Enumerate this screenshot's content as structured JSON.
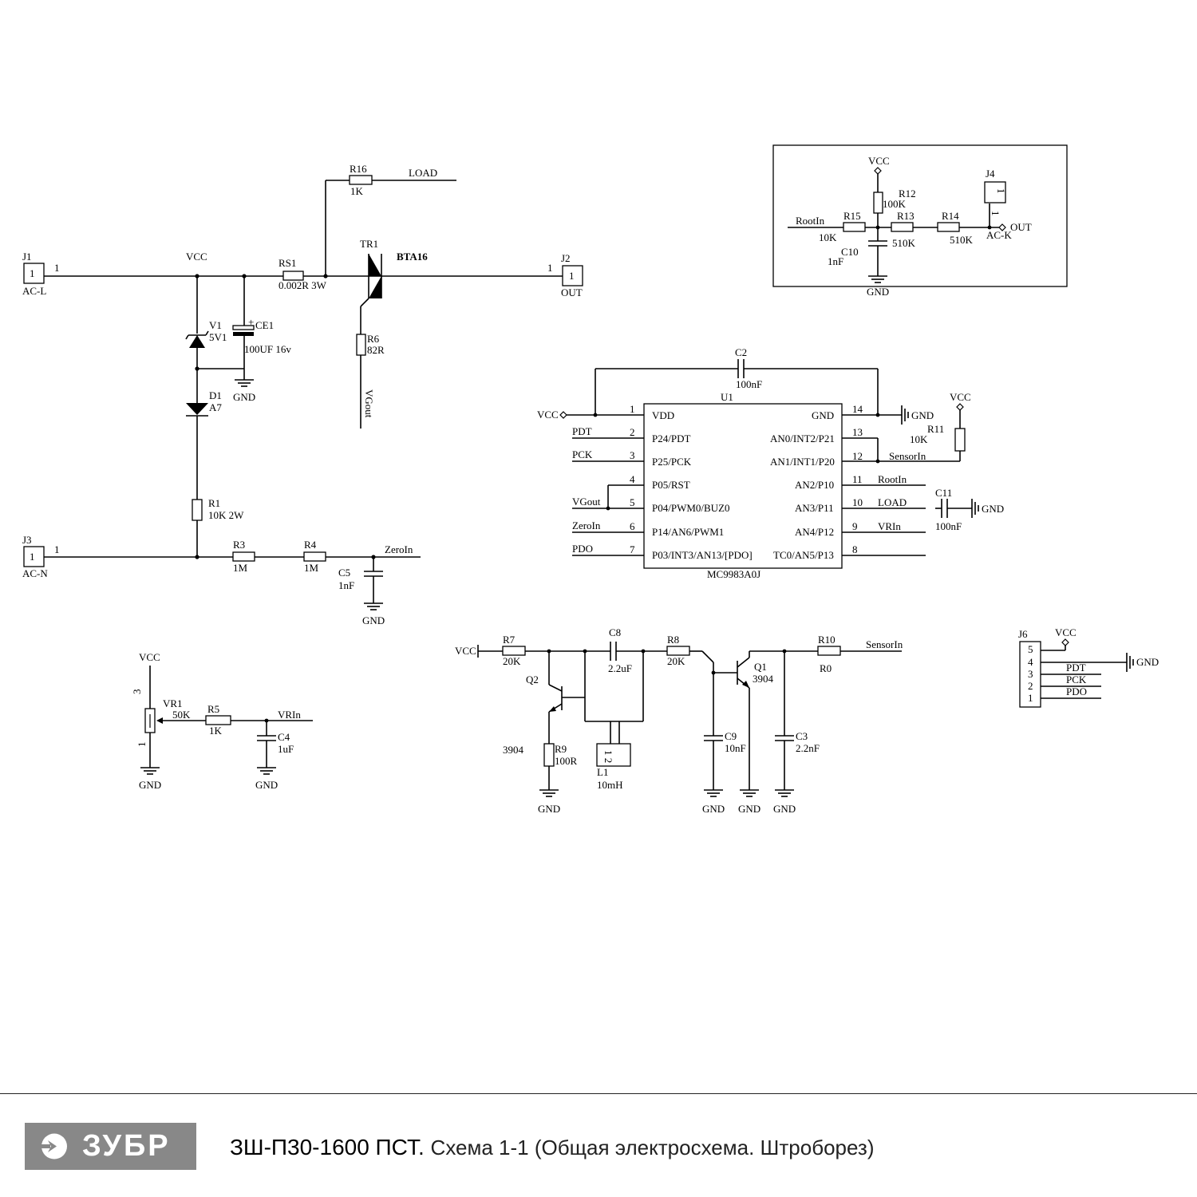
{
  "schematic": {
    "labels": {
      "j1": "J1",
      "j1_pin": "1",
      "j1_num": "1",
      "ac_l": "AC-L",
      "vcc_top": "VCC",
      "rs1": "RS1",
      "rs1_val": "0.002R 3W",
      "r16": "R16",
      "r16_val": "1K",
      "load_top": "LOAD",
      "tr1": "TR1",
      "bta16": "BTA16",
      "j2": "J2",
      "j2_pin": "1",
      "j2_num": "1",
      "out": "OUT",
      "v1": "V1",
      "v1_val": "5V1",
      "ce1": "CE1",
      "ce1_val": "100UF 16v",
      "gnd1": "GND",
      "r6": "R6",
      "r6_val": "82R",
      "vgout_vert": "VGout",
      "d1": "D1",
      "d1_val": "A7",
      "r1": "R1",
      "r1_val": "10K 2W",
      "j3": "J3",
      "j3_pin": "1",
      "j3_num": "1",
      "ac_n": "AC-N",
      "r3": "R3",
      "r3_val": "1M",
      "r4": "R4",
      "r4_val": "1M",
      "zeroin": "ZeroIn",
      "c5": "C5",
      "c5_val": "1nF",
      "gnd_c5": "GND",
      "vcc_box": "VCC",
      "r12": "R12",
      "r12_val": "100K",
      "j4": "J4",
      "j4_pin": "1",
      "rootin_box": "RootIn",
      "r15": "R15",
      "r15_val": "10K",
      "r13": "R13",
      "r13_val": "510K",
      "r14": "R14",
      "r14_val": "510K",
      "out_box": "OUT",
      "ack": "AC-K",
      "c10": "C10",
      "c10_val": "1nF",
      "gnd_box": "GND",
      "c2": "C2",
      "c2_val": "100nF",
      "u1": "U1",
      "u1_part": "MC9983A0J",
      "vcc_u1": "VCC",
      "gnd_u1": "GND",
      "r11": "R11",
      "r11_val": "10K",
      "vcc_r11": "VCC",
      "c11": "C11",
      "c11_val": "100nF",
      "gnd_c11": "GND",
      "pin_vdd": "VDD",
      "pin_p24": "P24/PDT",
      "pin_p25": "P25/PCK",
      "pin_p05": "P05/RST",
      "pin_p04": "P04/PWM0/BUZ0",
      "pin_p14": "P14/AN6/PWM1",
      "pin_p03": "P03/INT3/AN13/[PDO]",
      "pin_gnd": "GND",
      "pin_an0": "AN0/INT2/P21",
      "pin_an1": "AN1/INT1/P20",
      "pin_an2": "AN2/P10",
      "pin_an3": "AN3/P11",
      "pin_an4": "AN4/P12",
      "pin_tc0": "TC0/AN5/P13",
      "n1": "1",
      "n2": "2",
      "n3": "3",
      "n4": "4",
      "n5": "5",
      "n6": "6",
      "n7": "7",
      "n14": "14",
      "n13": "13",
      "n12": "12",
      "n11": "11",
      "n10": "10",
      "n9": "9",
      "n8": "8",
      "net_pdt": "PDT",
      "net_pck": "PCK",
      "net_vgout": "VGout",
      "net_zeroin": "ZeroIn",
      "net_pdo": "PDO",
      "net_sensorin": "SensorIn",
      "net_rootin": "RootIn",
      "net_load": "LOAD",
      "net_vrin": "VRIn",
      "vcc_amp": "VCC",
      "r7": "R7",
      "r7_val": "20K",
      "c8": "C8",
      "c8_val": "2.2uF",
      "r8": "R8",
      "r8_val": "20K",
      "r10": "R10",
      "r10_val": "R0",
      "sensorin_amp": "SensorIn",
      "q1": "Q1",
      "q1_val": "3904",
      "q2": "Q2",
      "q2_val": "3904",
      "r9": "R9",
      "r9_val": "100R",
      "l1": "L1",
      "l1_val": "10mH",
      "l1_pins": "1 2",
      "c9": "C9",
      "c9_val": "10nF",
      "c3": "C3",
      "c3_val": "2.2nF",
      "gnd_q2": "GND",
      "gnd_c9": "GND",
      "gnd_q1": "GND",
      "gnd_c3": "GND",
      "vcc_vr": "VCC",
      "vr1": "VR1",
      "vr1_val": "50K",
      "vr_pin3": "3",
      "vr_pin1": "1",
      "r5": "R5",
      "r5_val": "1K",
      "vrin": "VRIn",
      "c4": "C4",
      "c4_val": "1uF",
      "gnd_vr": "GND",
      "gnd_c4": "GND",
      "j6": "J6",
      "vcc_j6": "VCC",
      "gnd_j6": "GND",
      "j6_p5": "5",
      "j6_p4": "4",
      "j6_p3": "3",
      "j6_p2": "2",
      "j6_p1": "1",
      "j6_pdt": "PDT",
      "j6_pck": "PCK",
      "j6_pdo": "PDO"
    }
  },
  "footer": {
    "brand": "ЗУБР",
    "model": "ЗШ-П30-1600 ПСТ.",
    "description": "Схема 1-1 (Общая электросхема. Штроборез)"
  },
  "colors": {
    "logo_bg": "#888888",
    "ink": "#000000"
  }
}
